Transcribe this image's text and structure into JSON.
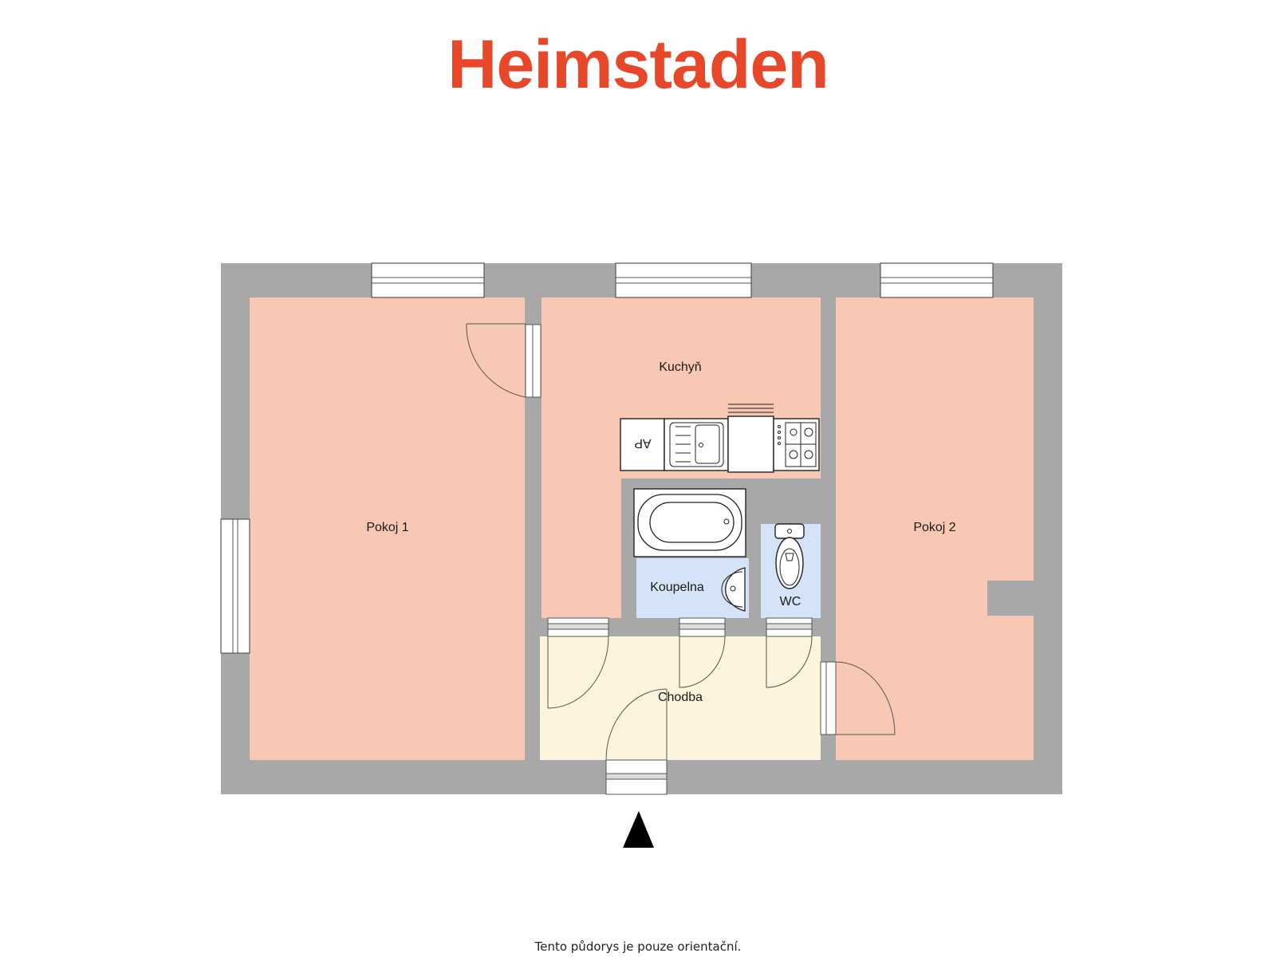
{
  "brand": {
    "name": "Heimstaden",
    "color": "#e8482a"
  },
  "colors": {
    "wall": "#a8a8a8",
    "room": "#f8c8b4",
    "bath": "#d4e3f8",
    "hall": "#fcf4dc",
    "window": "#ffffff"
  },
  "rooms": {
    "pokoj1": {
      "label": "Pokoj 1"
    },
    "kuchyn": {
      "label": "Kuchyň"
    },
    "pokoj2": {
      "label": "Pokoj 2"
    },
    "koupelna": {
      "label": "Koupelna"
    },
    "wc": {
      "label": "WC"
    },
    "chodba": {
      "label": "Chodba"
    }
  },
  "fixtures": {
    "fridge_label": "AP"
  },
  "footer": {
    "note": "Tento půdorys je pouze orientační."
  }
}
